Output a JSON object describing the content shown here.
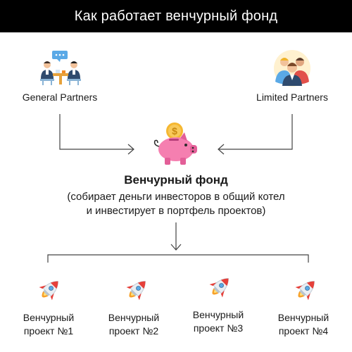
{
  "header": {
    "title": "Как работает венчурный фонд"
  },
  "left_party": {
    "label": "General Partners",
    "icon": "meeting-people-icon"
  },
  "right_party": {
    "label": "Limited Partners",
    "icon": "investors-group-icon"
  },
  "fund": {
    "icon": "piggy-bank-icon",
    "title": "Венчурный фонд",
    "desc_line1": "(собирает деньги инвесторов в общий котел",
    "desc_line2": "и инвестирует в портфель проектов)"
  },
  "projects": [
    {
      "line1": "Венчурный",
      "line2": "проект №1",
      "icon": "rocket-icon"
    },
    {
      "line1": "Венчурный",
      "line2": "проект №2",
      "icon": "rocket-icon"
    },
    {
      "line1": "Венчурный",
      "line2": "проект №3",
      "icon": "rocket-icon"
    },
    {
      "line1": "Венчурный",
      "line2": "проект №4",
      "icon": "rocket-icon"
    }
  ],
  "colors": {
    "header_bg": "#000000",
    "lines": "#444444",
    "piggy": "#f57fb0",
    "coin": "#f5b731",
    "rocket_body": "#e9eef3",
    "rocket_red": "#e6403a",
    "flame": "#f7a12a"
  }
}
